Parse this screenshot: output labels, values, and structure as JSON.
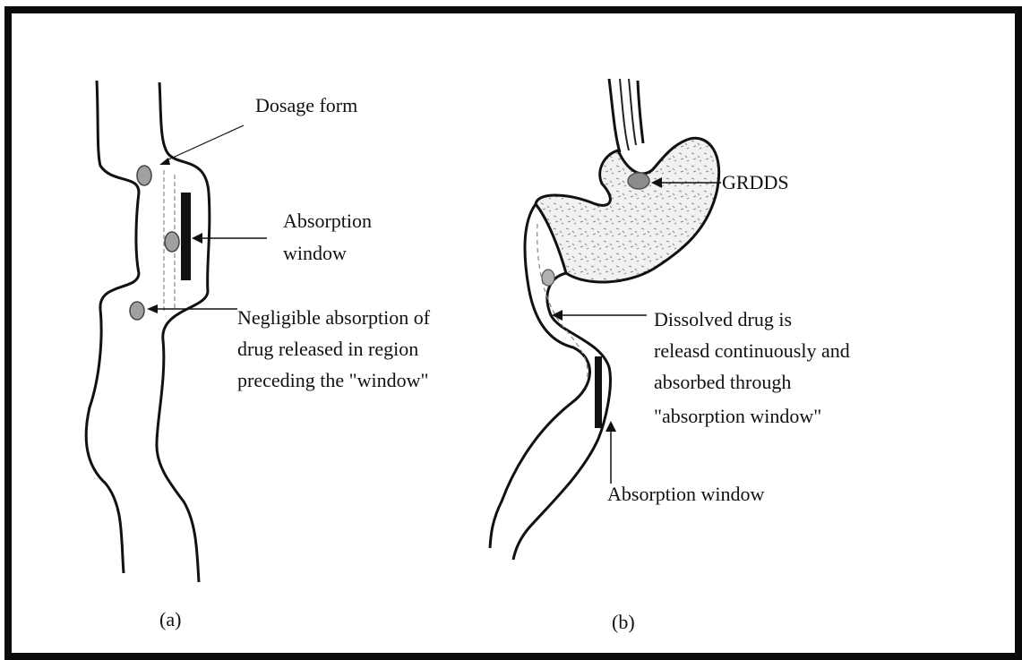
{
  "panel_a": {
    "dosage_form": "Dosage form",
    "absorption_window_line1": "Absorption",
    "absorption_window_line2": "window",
    "negligible_line1": "Negligible absorption of",
    "negligible_line2": "drug  released in region",
    "negligible_line3": "preceding the \"window\"",
    "caption": "(a)"
  },
  "panel_b": {
    "grdds": "GRDDS",
    "dissolved_line1": "Dissolved drug is",
    "dissolved_line2": "releasd continuously and",
    "dissolved_line3": "absorbed through",
    "dissolved_line4": "\"absorption window\"",
    "absorption_window": "Absorption window",
    "caption": "(b)"
  },
  "colors": {
    "ink": "#111111",
    "tablet": "#9a9a9a",
    "stomach_fill": "#e9e9e9"
  }
}
